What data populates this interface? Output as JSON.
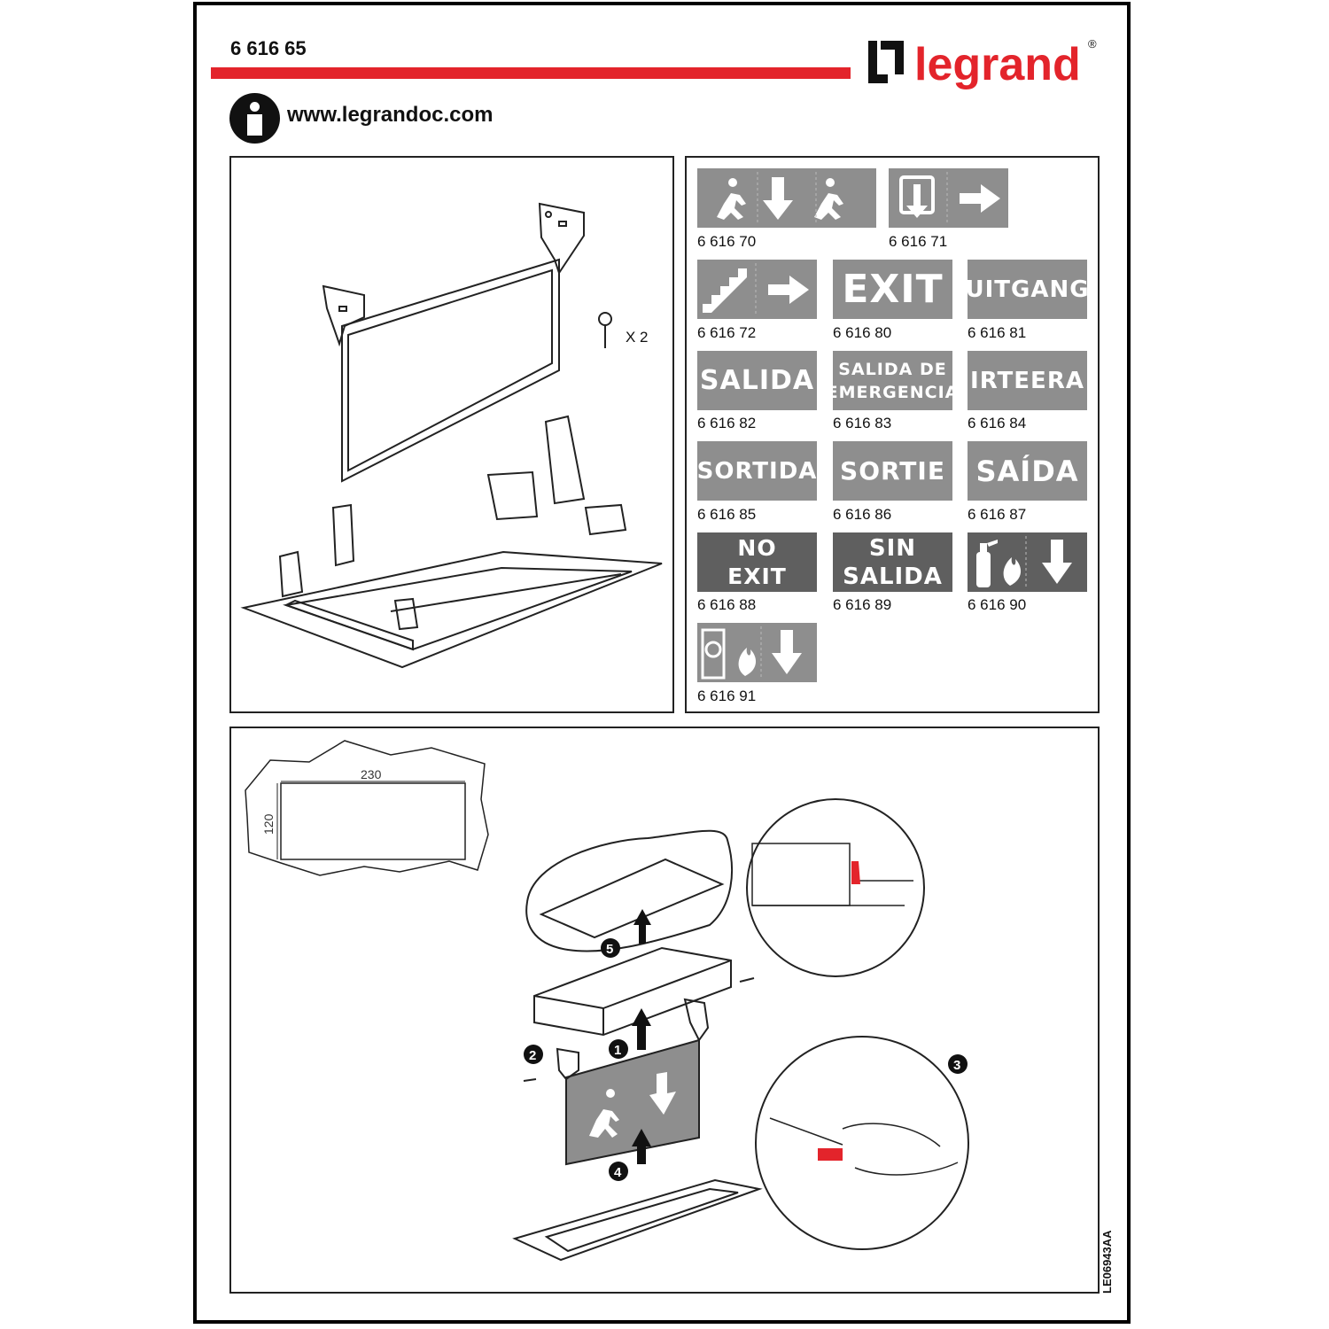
{
  "header": {
    "reference": "6 616 65",
    "brand": "legrand",
    "registered": "®",
    "url": "www.legrandoc.com"
  },
  "kit": {
    "screws_qty": "X 2"
  },
  "signs": [
    {
      "code": "6 616 70",
      "text": "",
      "icon": "running-man-arrow-down-icon"
    },
    {
      "code": "6 616 71",
      "text": "",
      "icon": "exit-door-arrow-right-icon"
    },
    {
      "code": "6 616 72",
      "text": "",
      "icon": "stairs-arrow-right-icon"
    },
    {
      "code": "6 616 80",
      "text": "EXIT"
    },
    {
      "code": "6 616 81",
      "text": "UITGANG"
    },
    {
      "code": "6 616 82",
      "text": "SALIDA"
    },
    {
      "code": "6 616 83",
      "text": "SALIDA DE EMERGENCIA"
    },
    {
      "code": "6 616 84",
      "text": "IRTEERA"
    },
    {
      "code": "6 616 85",
      "text": "SORTIDA"
    },
    {
      "code": "6 616 86",
      "text": "SORTIE"
    },
    {
      "code": "6 616 87",
      "text": "SAÍDA"
    },
    {
      "code": "6 616 88",
      "text_line1": "NO",
      "text_line2": "EXIT"
    },
    {
      "code": "6 616 89",
      "text_line1": "SIN",
      "text_line2": "SALIDA"
    },
    {
      "code": "6 616 90",
      "text": "",
      "icon": "fire-extinguisher-arrow-down-icon"
    },
    {
      "code": "6 616 91",
      "text": "",
      "icon": "fire-hose-arrow-down-icon"
    }
  ],
  "cutout": {
    "width": "230",
    "height": "120"
  },
  "steps": [
    "1",
    "2",
    "3",
    "4",
    "5"
  ],
  "doc_ref": "LE06943AA",
  "colors": {
    "accent": "#e3242b",
    "sign_grey": "#8e8e8e",
    "sign_dark": "#5f5f5f"
  }
}
